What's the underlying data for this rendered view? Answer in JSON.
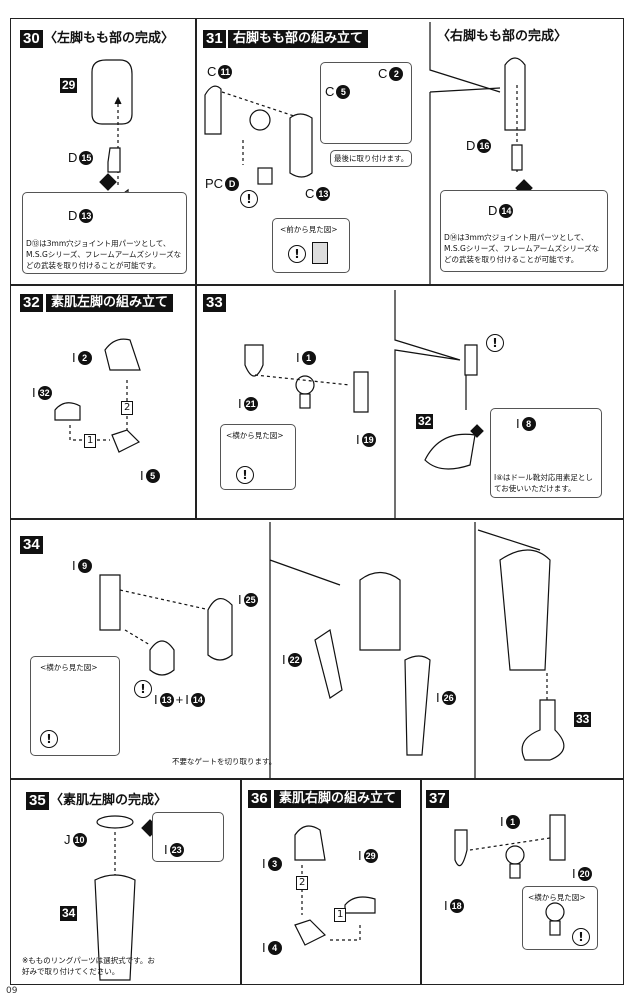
{
  "page_number": "09",
  "steps": [
    {
      "num": "30",
      "title": "〈左脚もも部の完成〉"
    },
    {
      "num": "31",
      "title": "右脚もも部の組み立て",
      "sub_title": "〈右脚もも部の完成〉"
    },
    {
      "num": "32",
      "title": "素肌左脚の組み立て"
    },
    {
      "num": "33"
    },
    {
      "num": "34"
    },
    {
      "num": "35",
      "title": "〈素肌左脚の完成〉"
    },
    {
      "num": "36",
      "title": "素肌右脚の組み立て"
    },
    {
      "num": "37"
    }
  ],
  "labels": {
    "s30": {
      "asm": "29",
      "p1": [
        "D",
        "15"
      ],
      "p2": [
        "D",
        "13"
      ],
      "note": "D⑬は3mm穴ジョイント用パーツとして、M.S.Gシリーズ、フレームアームズシリーズなどの武装を取り付けることが可能です。"
    },
    "s31": {
      "c11": [
        "C",
        "11"
      ],
      "c5": [
        "C",
        "5"
      ],
      "c2": [
        "C",
        "2"
      ],
      "c13": [
        "C",
        "13"
      ],
      "pcd": [
        "PC",
        "D"
      ],
      "last": "最後に取り付けます。",
      "front_view": "<前から見た図>",
      "d16": [
        "D",
        "16"
      ],
      "d14": [
        "D",
        "14"
      ],
      "note": "D⑭は3mm穴ジョイント用パーツとして、M.S.Gシリーズ、フレームアームズシリーズなどの武装を取り付けることが可能です。"
    },
    "s32": {
      "i2": [
        "I",
        "2"
      ],
      "i32": [
        "I",
        "32"
      ],
      "i5": [
        "I",
        "5"
      ],
      "order1": "1",
      "order2": "2"
    },
    "s33": {
      "i1": [
        "I",
        "1"
      ],
      "i21": [
        "I",
        "21"
      ],
      "i19": [
        "I",
        "19"
      ],
      "side_view": "<横から見た図>",
      "asm": "32",
      "i8": [
        "I",
        "8"
      ],
      "note": "I⑧はドール靴対応用素足としてお使いいただけます。"
    },
    "s34": {
      "i9": [
        "I",
        "9"
      ],
      "i25": [
        "I",
        "25"
      ],
      "i13": [
        "I",
        "13"
      ],
      "plus": "+",
      "i14": [
        "I",
        "14"
      ],
      "side_view": "<横から見た図>",
      "i22": [
        "I",
        "22"
      ],
      "i26": [
        "I",
        "26"
      ],
      "asm": "33",
      "gate_note": "不要なゲートを切り取ります。"
    },
    "s35": {
      "j10": [
        "J",
        "10"
      ],
      "i23": [
        "I",
        "23"
      ],
      "asm": "34",
      "note": "※もものリングパーツは選択式です。お好みで取り付けてください。"
    },
    "s36": {
      "i3": [
        "I",
        "3"
      ],
      "i29": [
        "I",
        "29"
      ],
      "i4": [
        "I",
        "4"
      ],
      "order1": "1",
      "order2": "2"
    },
    "s37": {
      "i1": [
        "I",
        "1"
      ],
      "i20": [
        "I",
        "20"
      ],
      "i18": [
        "I",
        "18"
      ],
      "side_view": "<横から見た図>"
    }
  },
  "colors": {
    "ink": "#111111",
    "frame": "#222222"
  }
}
